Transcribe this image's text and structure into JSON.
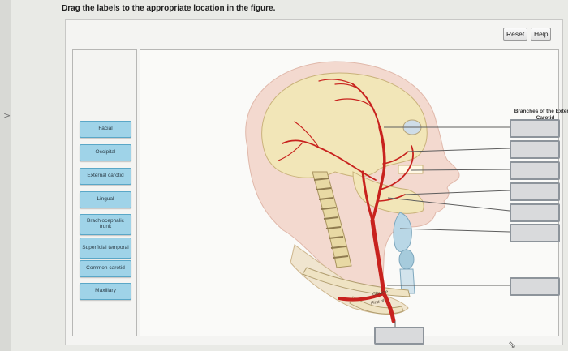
{
  "instructions": "Drag the labels to the appropriate location in the figure.",
  "toolbar": {
    "reset_label": "Reset",
    "help_label": "Help"
  },
  "labels": [
    "Facial",
    "Occipital",
    "External carotid",
    "Lingual",
    "Brachiocephalic trunk",
    "Superficial temporal",
    "Common carotid",
    "Maxillary"
  ],
  "figure": {
    "branches_title": "Branches of the External Carotid",
    "clavicle_label": "Clavicle",
    "first_rib_label": "First rib"
  },
  "colors": {
    "label_fill": "#9fd3e8",
    "label_border": "#5aa7c7",
    "artery": "#c8221e",
    "bone": "#f2e6b8",
    "skin": "#f3d9cf"
  }
}
